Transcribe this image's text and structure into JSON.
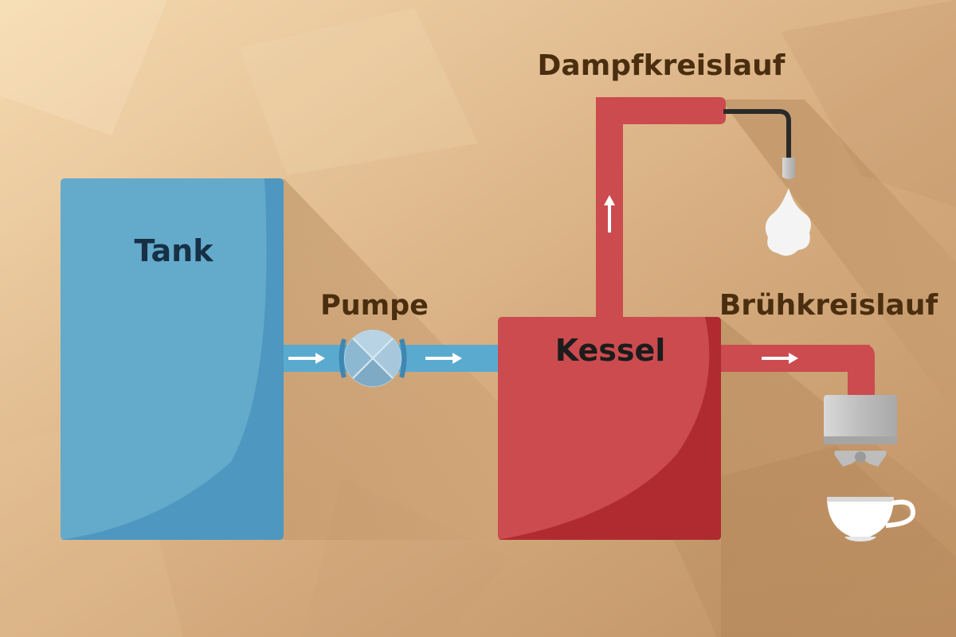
{
  "labels": {
    "tank": "Tank",
    "pump": "Pumpe",
    "boiler": "Kessel",
    "steam_circuit": "Dampfkreislauf",
    "brew_circuit": "Brühkreislauf"
  },
  "colors": {
    "background_light": "#f5d9ad",
    "background_dark": "#c09063",
    "tank": "#64aacb",
    "tank_shade": "#4790bc",
    "water_pipe": "#5aaad0",
    "boiler": "#cb4b4f",
    "boiler_shade": "#ab262a",
    "label_dark": "#4a2e0f",
    "label_black": "#1c1c1c",
    "label_navy": "#173045",
    "metal": "#c8c8c8",
    "white": "#ffffff"
  },
  "icons": {
    "pump": "pump-valve-icon",
    "flow_arrow": "flow-arrow-icon",
    "steam_wand": "steam-wand-icon",
    "steam_cloud": "steam-cloud-icon",
    "brew_group": "brew-group-icon",
    "coffee_cup": "coffee-cup-icon"
  }
}
